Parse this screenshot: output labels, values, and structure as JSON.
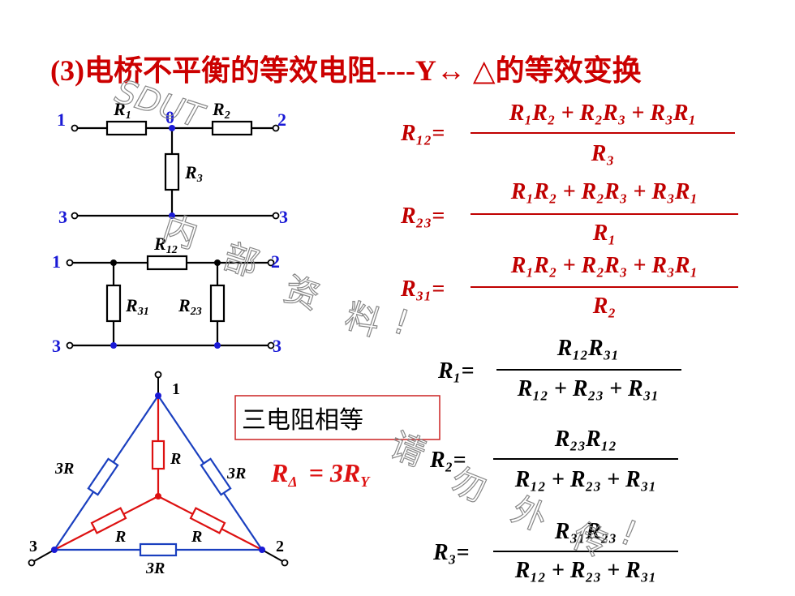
{
  "title": "(3)电桥不平衡的等效电阻----Y↔ △的等效变换",
  "colors": {
    "title": "#cc0000",
    "node": "#1a1ad6",
    "delta_wire": "#1a3fbf",
    "y_wire": "#dd1111",
    "formula": "#c00000",
    "black": "#000000"
  },
  "watermarks": {
    "sdut": "SDUT",
    "w1": "内",
    "w2": "部",
    "w3": "资",
    "w4": "料",
    "w5": "!",
    "w6": "请",
    "w7": "勿",
    "w8": "外",
    "w9": "传",
    "w10": "!"
  },
  "y_circuit": {
    "t1": "1",
    "t2": "2",
    "t3a": "3",
    "t3b": "3",
    "center": "0",
    "r1_letter": "R",
    "r1_sub": "1",
    "r2_letter": "R",
    "r2_sub": "2",
    "r3_letter": "R",
    "r3_sub": "3"
  },
  "delta_circuit": {
    "t1": "1",
    "t2": "2",
    "t3a": "3",
    "t3b": "3",
    "r12_letter": "R",
    "r12_sub": "12",
    "r31_letter": "R",
    "r31_sub": "31",
    "r23_letter": "R",
    "r23_sub": "23"
  },
  "triangle": {
    "n1": "1",
    "n2": "2",
    "n3": "3",
    "ry_top": "R",
    "ry_left": "R",
    "ry_right": "R",
    "rd_left": "3R",
    "rd_right": "3R",
    "rd_bottom": "3R"
  },
  "note": {
    "box_text": "三电阻相等"
  },
  "relation": {
    "lhs_letter": "R",
    "lhs_sub": "Δ",
    "eq": "= 3R",
    "rhs_sub": "Y"
  },
  "formulas_delta": {
    "numerator": "R₁R₂ + R₂R₃ + R₃R₁",
    "r12_lhs": "R₁₂=",
    "r12_den": "R₃",
    "r23_lhs": "R₂₃=",
    "r23_den": "R₁",
    "r31_lhs": "R₃₁=",
    "r31_den": "R₂"
  },
  "formulas_y": {
    "denominator": "R₁₂ + R₂₃ + R₃₁",
    "r1_lhs": "R₁=",
    "r1_num": "R₁₂R₃₁",
    "r2_lhs": "R₂=",
    "r2_num": "R₂₃R₁₂",
    "r3_lhs": "R₃=",
    "r3_num": "R₃₁R₂₃"
  }
}
